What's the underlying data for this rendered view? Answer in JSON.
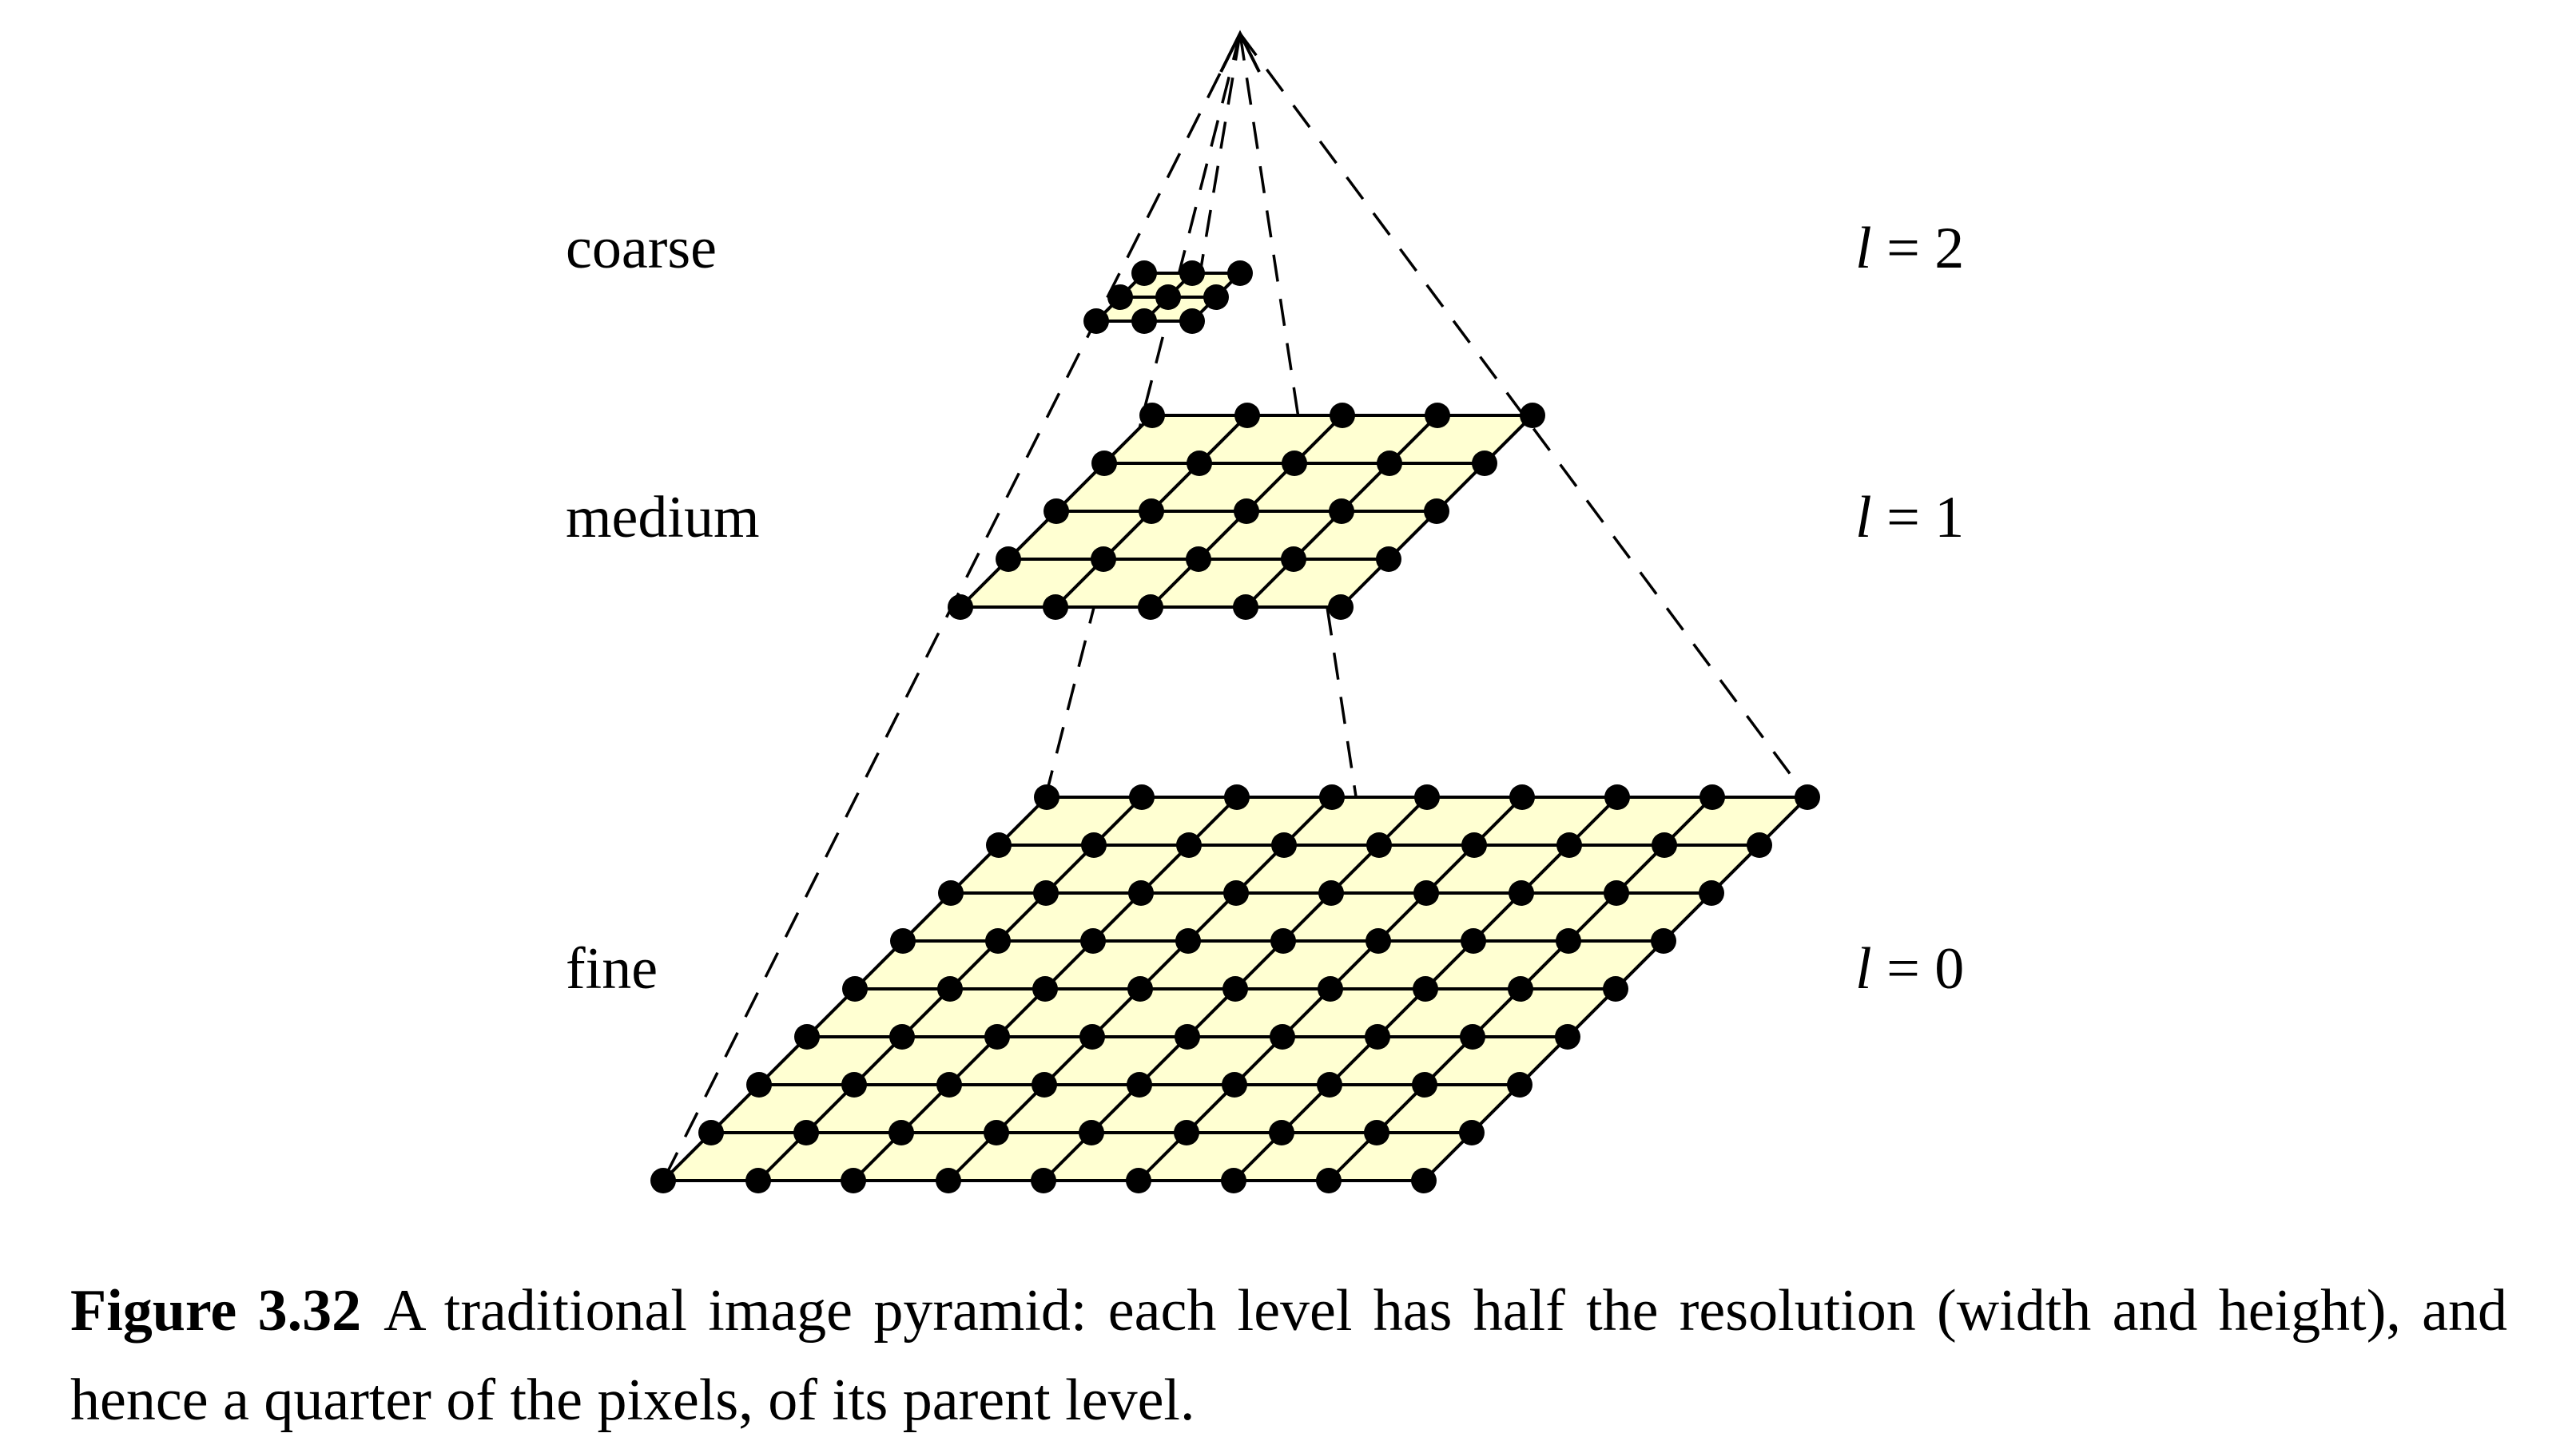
{
  "levels": [
    {
      "name": "coarse",
      "index_symbol": "l",
      "index_eq": " = 2",
      "grid_cells": 2
    },
    {
      "name": "medium",
      "index_symbol": "l",
      "index_eq": " = 1",
      "grid_cells": 4
    },
    {
      "name": "fine",
      "index_symbol": "l",
      "index_eq": " = 0",
      "grid_cells": 8
    }
  ],
  "colors": {
    "grid_fill": "#FFFFD2",
    "line": "#000000",
    "node": "#000000"
  },
  "caption": {
    "label": "Figure 3.32",
    "text": "A traditional image pyramid: each level has half the resolution (width and height), and hence a quarter of the pixels, of its parent level."
  }
}
